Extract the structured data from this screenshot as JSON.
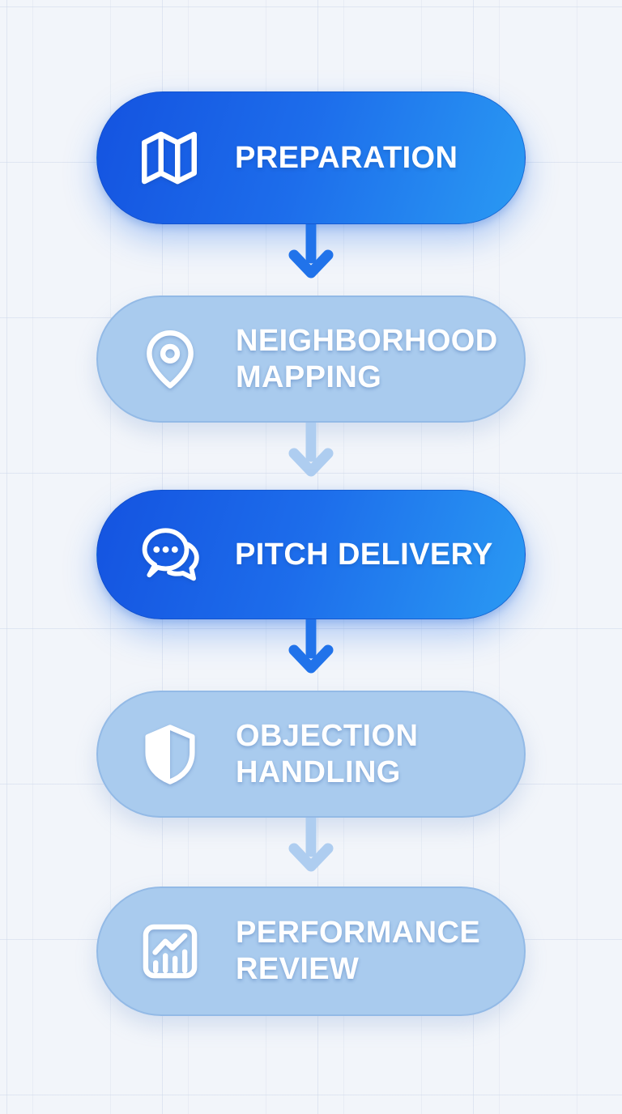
{
  "flow": {
    "steps": [
      {
        "label": "PREPARATION",
        "icon": "map-icon",
        "emphasis": "high"
      },
      {
        "label": "NEIGHBORHOOD MAPPING",
        "icon": "map-pin-icon",
        "emphasis": "low"
      },
      {
        "label": "PITCH DELIVERY",
        "icon": "chat-bubbles-icon",
        "emphasis": "high"
      },
      {
        "label": "OBJECTION HANDLING",
        "icon": "shield-icon",
        "emphasis": "low"
      },
      {
        "label": "PERFORMANCE REVIEW",
        "icon": "bar-chart-icon",
        "emphasis": "low"
      }
    ],
    "connectors": [
      {
        "direction": "down",
        "emphasis": "high"
      },
      {
        "direction": "down",
        "emphasis": "low"
      },
      {
        "direction": "down",
        "emphasis": "high"
      },
      {
        "direction": "down",
        "emphasis": "low"
      }
    ],
    "colors": {
      "primary_gradient_start": "#1453e0",
      "primary_gradient_end": "#2a9af3",
      "muted_pill": "#a9cbee",
      "arrow_primary": "#2173ea",
      "arrow_muted": "#aecdf0",
      "label_text": "#ffffff",
      "background": "#f2f5fa"
    }
  }
}
